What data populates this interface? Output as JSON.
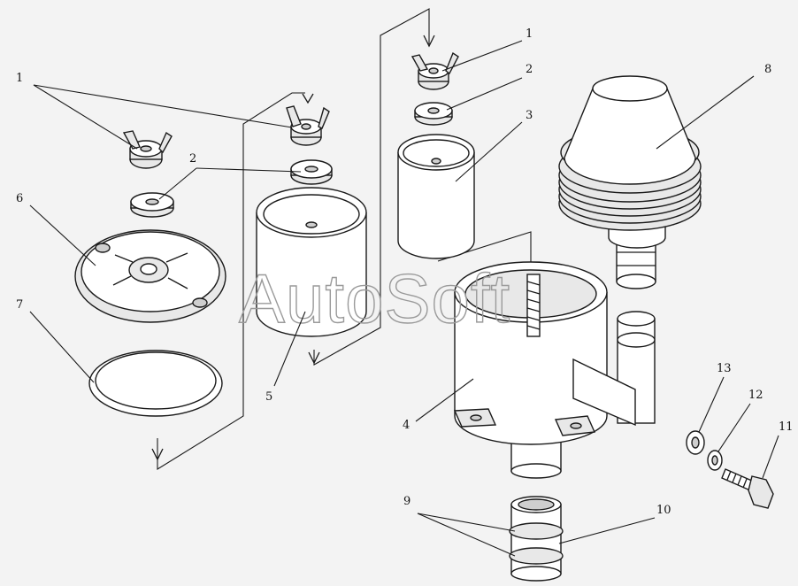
{
  "watermark": "AutoSoft",
  "callouts": {
    "c1a": "1",
    "c1b": "1",
    "c2a": "2",
    "c2b": "2",
    "c3": "3",
    "c4": "4",
    "c5": "5",
    "c6": "6",
    "c7": "7",
    "c8": "8",
    "c9": "9",
    "c10": "10",
    "c11": "11",
    "c12": "12",
    "c13": "13"
  }
}
